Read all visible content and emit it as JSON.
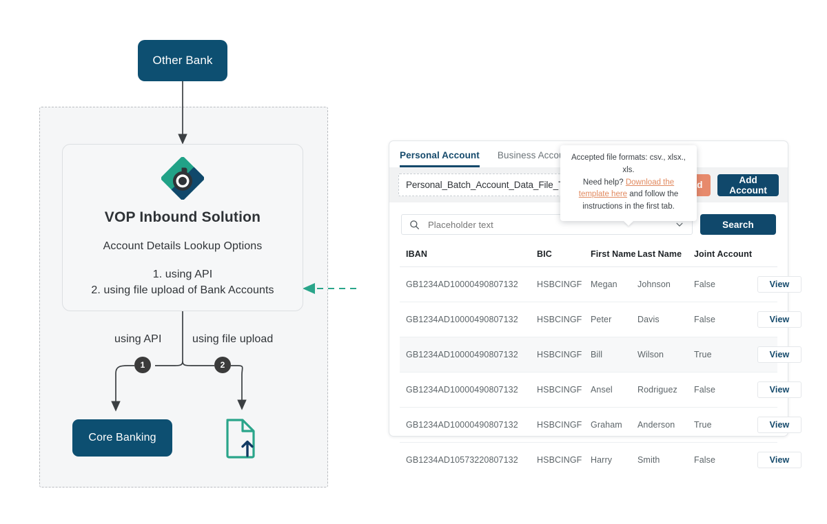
{
  "diagram": {
    "other_bank_label": "Other Bank",
    "vop": {
      "logo_icon": "bottomline-b-logo-icon",
      "title": "VOP Inbound Solution",
      "subtitle": "Account Details Lookup Options",
      "option_1": "1. using API",
      "option_2": "2. using file upload of Bank Accounts"
    },
    "edge_label_api": "using API",
    "edge_label_upload": "using file upload",
    "step_one": "1",
    "step_two": "2",
    "core_banking_label": "Core Banking",
    "file_upload_icon": "file-upload-icon",
    "colors": {
      "node_navy": "#0d4f71",
      "teal": "#2aa58a",
      "badge_dark": "#3b3b3b",
      "region_bg": "#f5f6f7",
      "connector": "#3b3f42"
    }
  },
  "panel": {
    "tabs": [
      {
        "label": "Personal Account",
        "active": true
      },
      {
        "label": "Business Account",
        "active": false
      }
    ],
    "upload_row": {
      "file_name": "Personal_Batch_Account_Data_File_Template.csv",
      "clear_icon": "close-icon",
      "help_icon": "question-circle-icon",
      "upload_label": "Upload",
      "add_account_label": "Add Account"
    },
    "tooltip": {
      "line1": "Accepted file formats: csv., xlsx., xls.",
      "line2_prefix": "Need help? ",
      "link_text": "Download the template here",
      "line2_suffix": " and follow the instructions in the first tab."
    },
    "search": {
      "icon": "search-icon",
      "placeholder": "Placeholder text",
      "value": "",
      "chevron_icon": "chevron-down-icon",
      "button_label": "Search"
    },
    "table": {
      "columns": [
        "IBAN",
        "BIC",
        "First Name",
        "Last Name",
        "Joint Account",
        ""
      ],
      "row_action_label": "View",
      "rows": [
        {
          "iban": "GB1234AD10000490807132",
          "bic": "HSBCINGF",
          "first_name": "Megan",
          "last_name": "Johnson",
          "joint_account": "False",
          "action": "View",
          "highlighted": false
        },
        {
          "iban": "GB1234AD10000490807132",
          "bic": "HSBCINGF",
          "first_name": "Peter",
          "last_name": "Davis",
          "joint_account": "False",
          "action": "View",
          "highlighted": false
        },
        {
          "iban": "GB1234AD10000490807132",
          "bic": "HSBCINGF",
          "first_name": "Bill",
          "last_name": "Wilson",
          "joint_account": "True",
          "action": "View",
          "highlighted": true
        },
        {
          "iban": "GB1234AD10000490807132",
          "bic": "HSBCINGF",
          "first_name": "Ansel",
          "last_name": "Rodriguez",
          "joint_account": "False",
          "action": "View",
          "highlighted": false
        },
        {
          "iban": "GB1234AD10000490807132",
          "bic": "HSBCINGF",
          "first_name": "Graham",
          "last_name": "Anderson",
          "joint_account": "True",
          "action": "View",
          "highlighted": false
        },
        {
          "iban": "GB1234AD10573220807132",
          "bic": "HSBCINGF",
          "first_name": "Harry",
          "last_name": "Smith",
          "joint_account": "False",
          "action": "View",
          "highlighted": false
        }
      ]
    },
    "colors": {
      "primary_navy": "#10486b",
      "upload_coral": "#e78a6c",
      "link_coral": "#e1895f",
      "tab_active": "#14496b",
      "row_alt_bg": "#f7f8f9"
    }
  }
}
